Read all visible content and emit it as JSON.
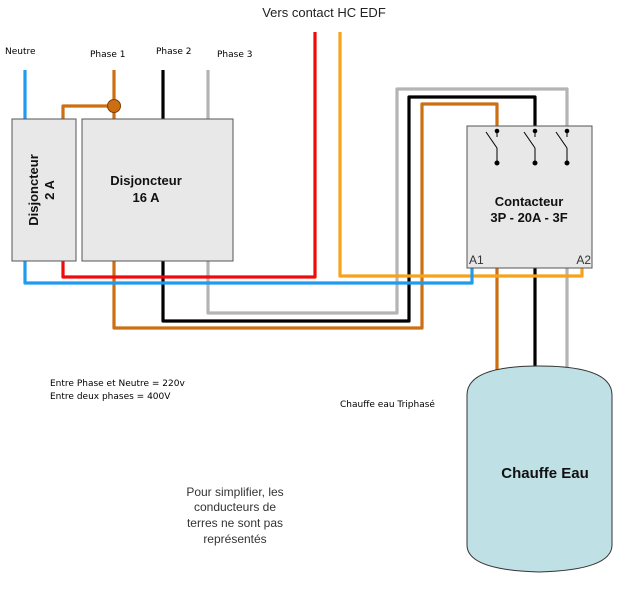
{
  "title": "Vers contact HC EDF",
  "inputs": {
    "neutre": "Neutre",
    "phase1": "Phase 1",
    "phase2": "Phase 2",
    "phase3": "Phase 3"
  },
  "breaker_2a": {
    "line1": "Disjoncteur",
    "line2": "2 A"
  },
  "breaker_16a": {
    "line1": "Disjoncteur",
    "line2": "16 A"
  },
  "contactor": {
    "line1": "Contacteur",
    "line2": "3P - 20A - 3F",
    "terminal_a1": "A1",
    "terminal_a2": "A2"
  },
  "notes": {
    "voltage1": "Entre Phase et Neutre = 220v",
    "voltage2": "Entre deux phases = 400V",
    "heater_caption": "Chauffe eau Triphasé",
    "earth_note": [
      "Pour simplifier, les",
      "conducteurs de",
      "terres ne sont pas",
      "représentés"
    ]
  },
  "tank": {
    "label": "Chauffe Eau"
  },
  "colors": {
    "neutral_blue": "#1e9bef",
    "phase1_brown": "#cc6f12",
    "phase2_black": "#000000",
    "phase3_gray": "#b4b4b4",
    "hc_red": "#f00a0a",
    "hc_orange": "#f7a21a",
    "tank_fill": "#bfe0e4",
    "box_fill": "#e8e8e8"
  }
}
